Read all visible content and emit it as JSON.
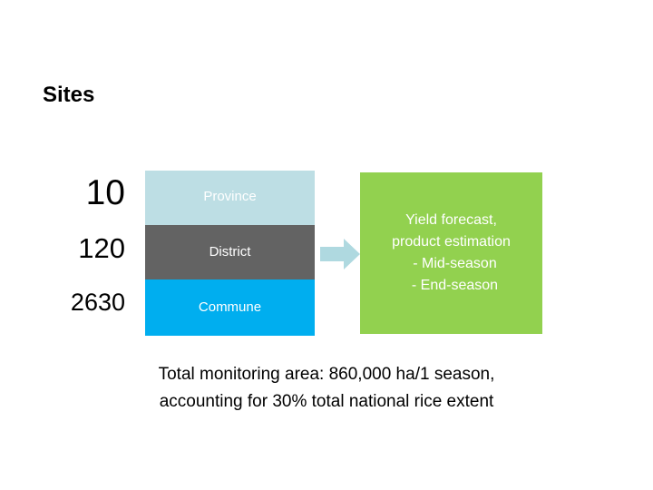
{
  "slide": {
    "title": "Sites",
    "background_color": "#ffffff"
  },
  "hierarchy": {
    "levels": [
      {
        "count": "10",
        "label": "Province",
        "color": "#bddee4",
        "text_color": "#ffffff"
      },
      {
        "count": "120",
        "label": "District",
        "color": "#636363",
        "text_color": "#ffffff"
      },
      {
        "count": "2630",
        "label": "Commune",
        "color": "#00aeef",
        "text_color": "#ffffff"
      }
    ]
  },
  "arrow": {
    "name": "right-arrow-icon",
    "color": "#afd9e0",
    "direction": "right"
  },
  "outcome": {
    "color": "#92d14f",
    "text_color": "#ffffff",
    "lines": [
      "Yield forecast,",
      "product estimation",
      "-   Mid-season",
      "-   End-season"
    ]
  },
  "footnote": {
    "lines": [
      "Total monitoring area: 860,000 ha/1 season,",
      "accounting for 30% total national rice extent"
    ]
  }
}
